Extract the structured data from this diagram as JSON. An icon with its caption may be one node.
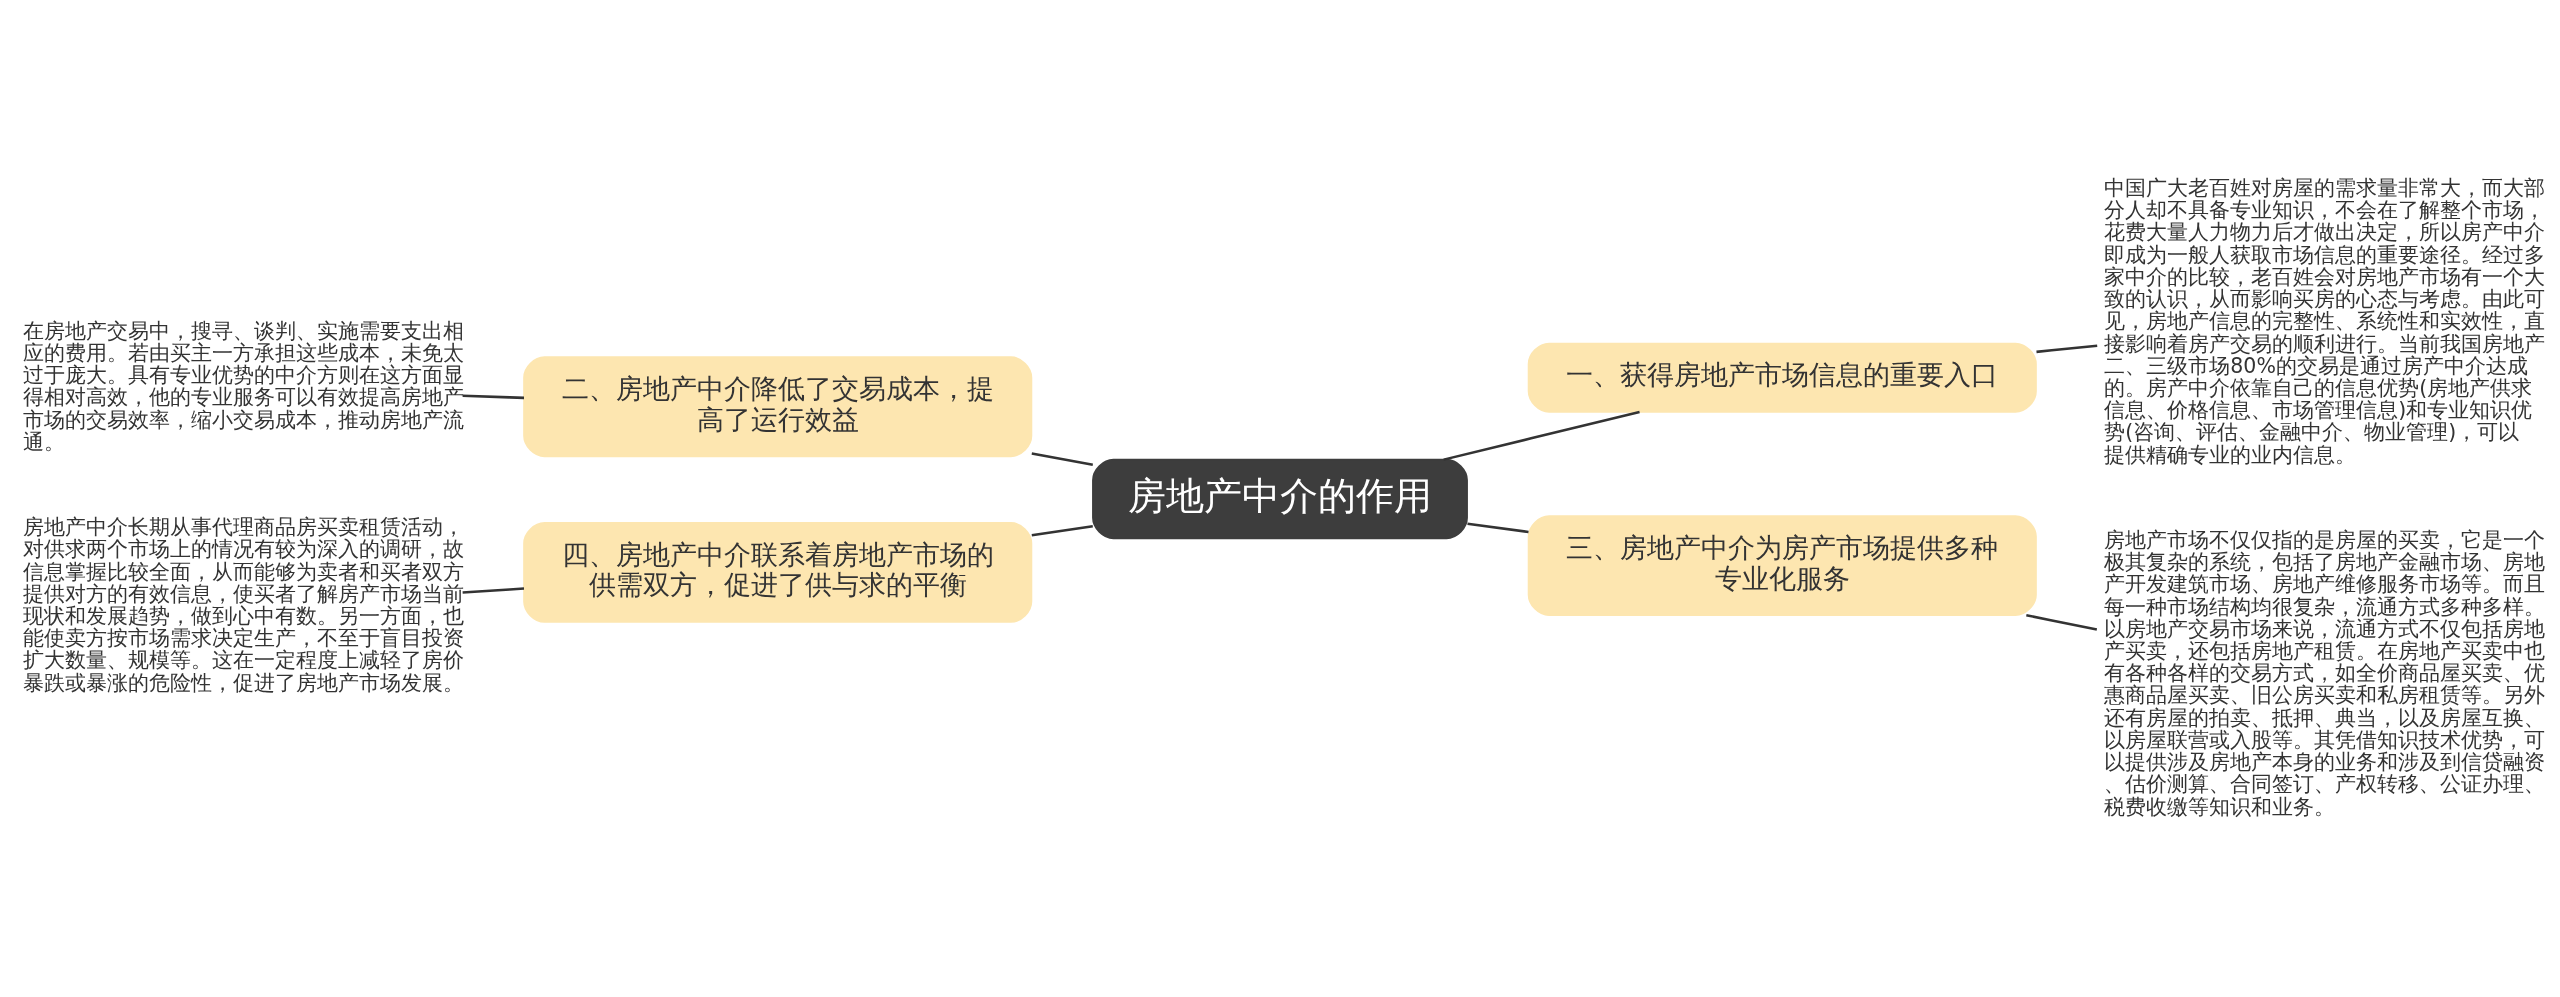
{
  "diagram": {
    "nodes": [
      {
        "text": [
          "房地产中介的作用"
        ]
      },
      {
        "text": [
          "一、获得房地产市场信息的重要入口"
        ]
      },
      {
        "text": [
          "中国广大老百姓对房屋的需求量非常大，而大部分人却不具备专业知识，不会在了解整个市场，花费大量人力物力后才做出决定，所以房产中介即成为一般人获取市场信息的重要途径。经过多家中介的比较，老百姓会对房地产市场有一个大致的认识，从而影响买房的心态与考虑。由此可见，房地产信息的完整性、系统性和实效性，直接影响着房产交易的顺利进行。当前我国房地产二、三级市场80%的交易是通过房产中介达成的。房产中介依靠自己的信息优势(房地产供求信息、价格信息、市场管理信息)和专业知识优势(咨询、评估、金融中介、物业管理)，可以提供精确专业的业内信息。"
        ]
      },
      {
        "text": [
          "二、房地产中介降低了交易成本，提高了运行效益"
        ]
      },
      {
        "text": [
          "在房地产交易中，搜寻、谈判、实施需要支出相应的费用。若由买主一方承担这些成本，未免太过于庞大。具有专业优势的中介方则在这方面显得相对高效，他的专业服务可以有效提高房地产市场的交易效率，缩小交易成本，推动房地产流通。"
        ]
      },
      {
        "text": [
          "三、房地产中介为房产市场提供多种专业化服务"
        ]
      },
      {
        "text": [
          "房地产市场不仅仅指的是房屋的买卖，它是一个极其复杂的系统，包括了房地产金融市场、房地产开发建筑市场、房地产维修服务市场等。而且每一种市场结构均很复杂，流通方式多种多样。以房地产交易市场来说，流通方式不仅包括房地产买卖，还包括房地产租赁。在房地产买卖中也有各种各样的交易方式，如全价商品屋买卖、优惠商品屋买卖、旧公房买卖和私房租赁等。另外还有房屋的拍卖、抵押、典当，以及房屋互换、以房屋联营或入股等。其凭借知识技术优势，可以提供涉及房地产本身的业务和涉及到信贷融资、估价测算、合同签订、产权转移、公证办理、税费收缴等知识和业务。"
        ]
      },
      {
        "text": [
          "四、房地产中介联系着房地产市场的供需双方，促进了供与求的平衡"
        ]
      },
      {
        "text": [
          "房地产中介长期从事代理商品房买卖租赁活动，对供求两个市场上的情况有较为深入的调研，故信息掌握比较全面，从而能够为卖者和买者双方提供对方的有效信息，使买者了解房产市场当前现状和发展趋势，做到心中有数。另一方面，也能使卖方按市场需求决定生产，不至于盲目投资扩大数量、规模等。这在一定程度上减轻了房价暴跌或暴涨的危险性，促进了房地产市场发展。"
        ]
      }
    ],
    "edges": [
      {
        "from": 0,
        "to": 1,
        "arrow": "none"
      },
      {
        "from": 1,
        "to": 2,
        "arrow": "none"
      },
      {
        "from": 0,
        "to": 3,
        "arrow": "none"
      },
      {
        "from": 3,
        "to": 4,
        "arrow": "none"
      },
      {
        "from": 0,
        "to": 5,
        "arrow": "none"
      },
      {
        "from": 5,
        "to": 6,
        "arrow": "none"
      },
      {
        "from": 0,
        "to": 7,
        "arrow": "none"
      },
      {
        "from": 7,
        "to": 8,
        "arrow": "none"
      }
    ]
  }
}
